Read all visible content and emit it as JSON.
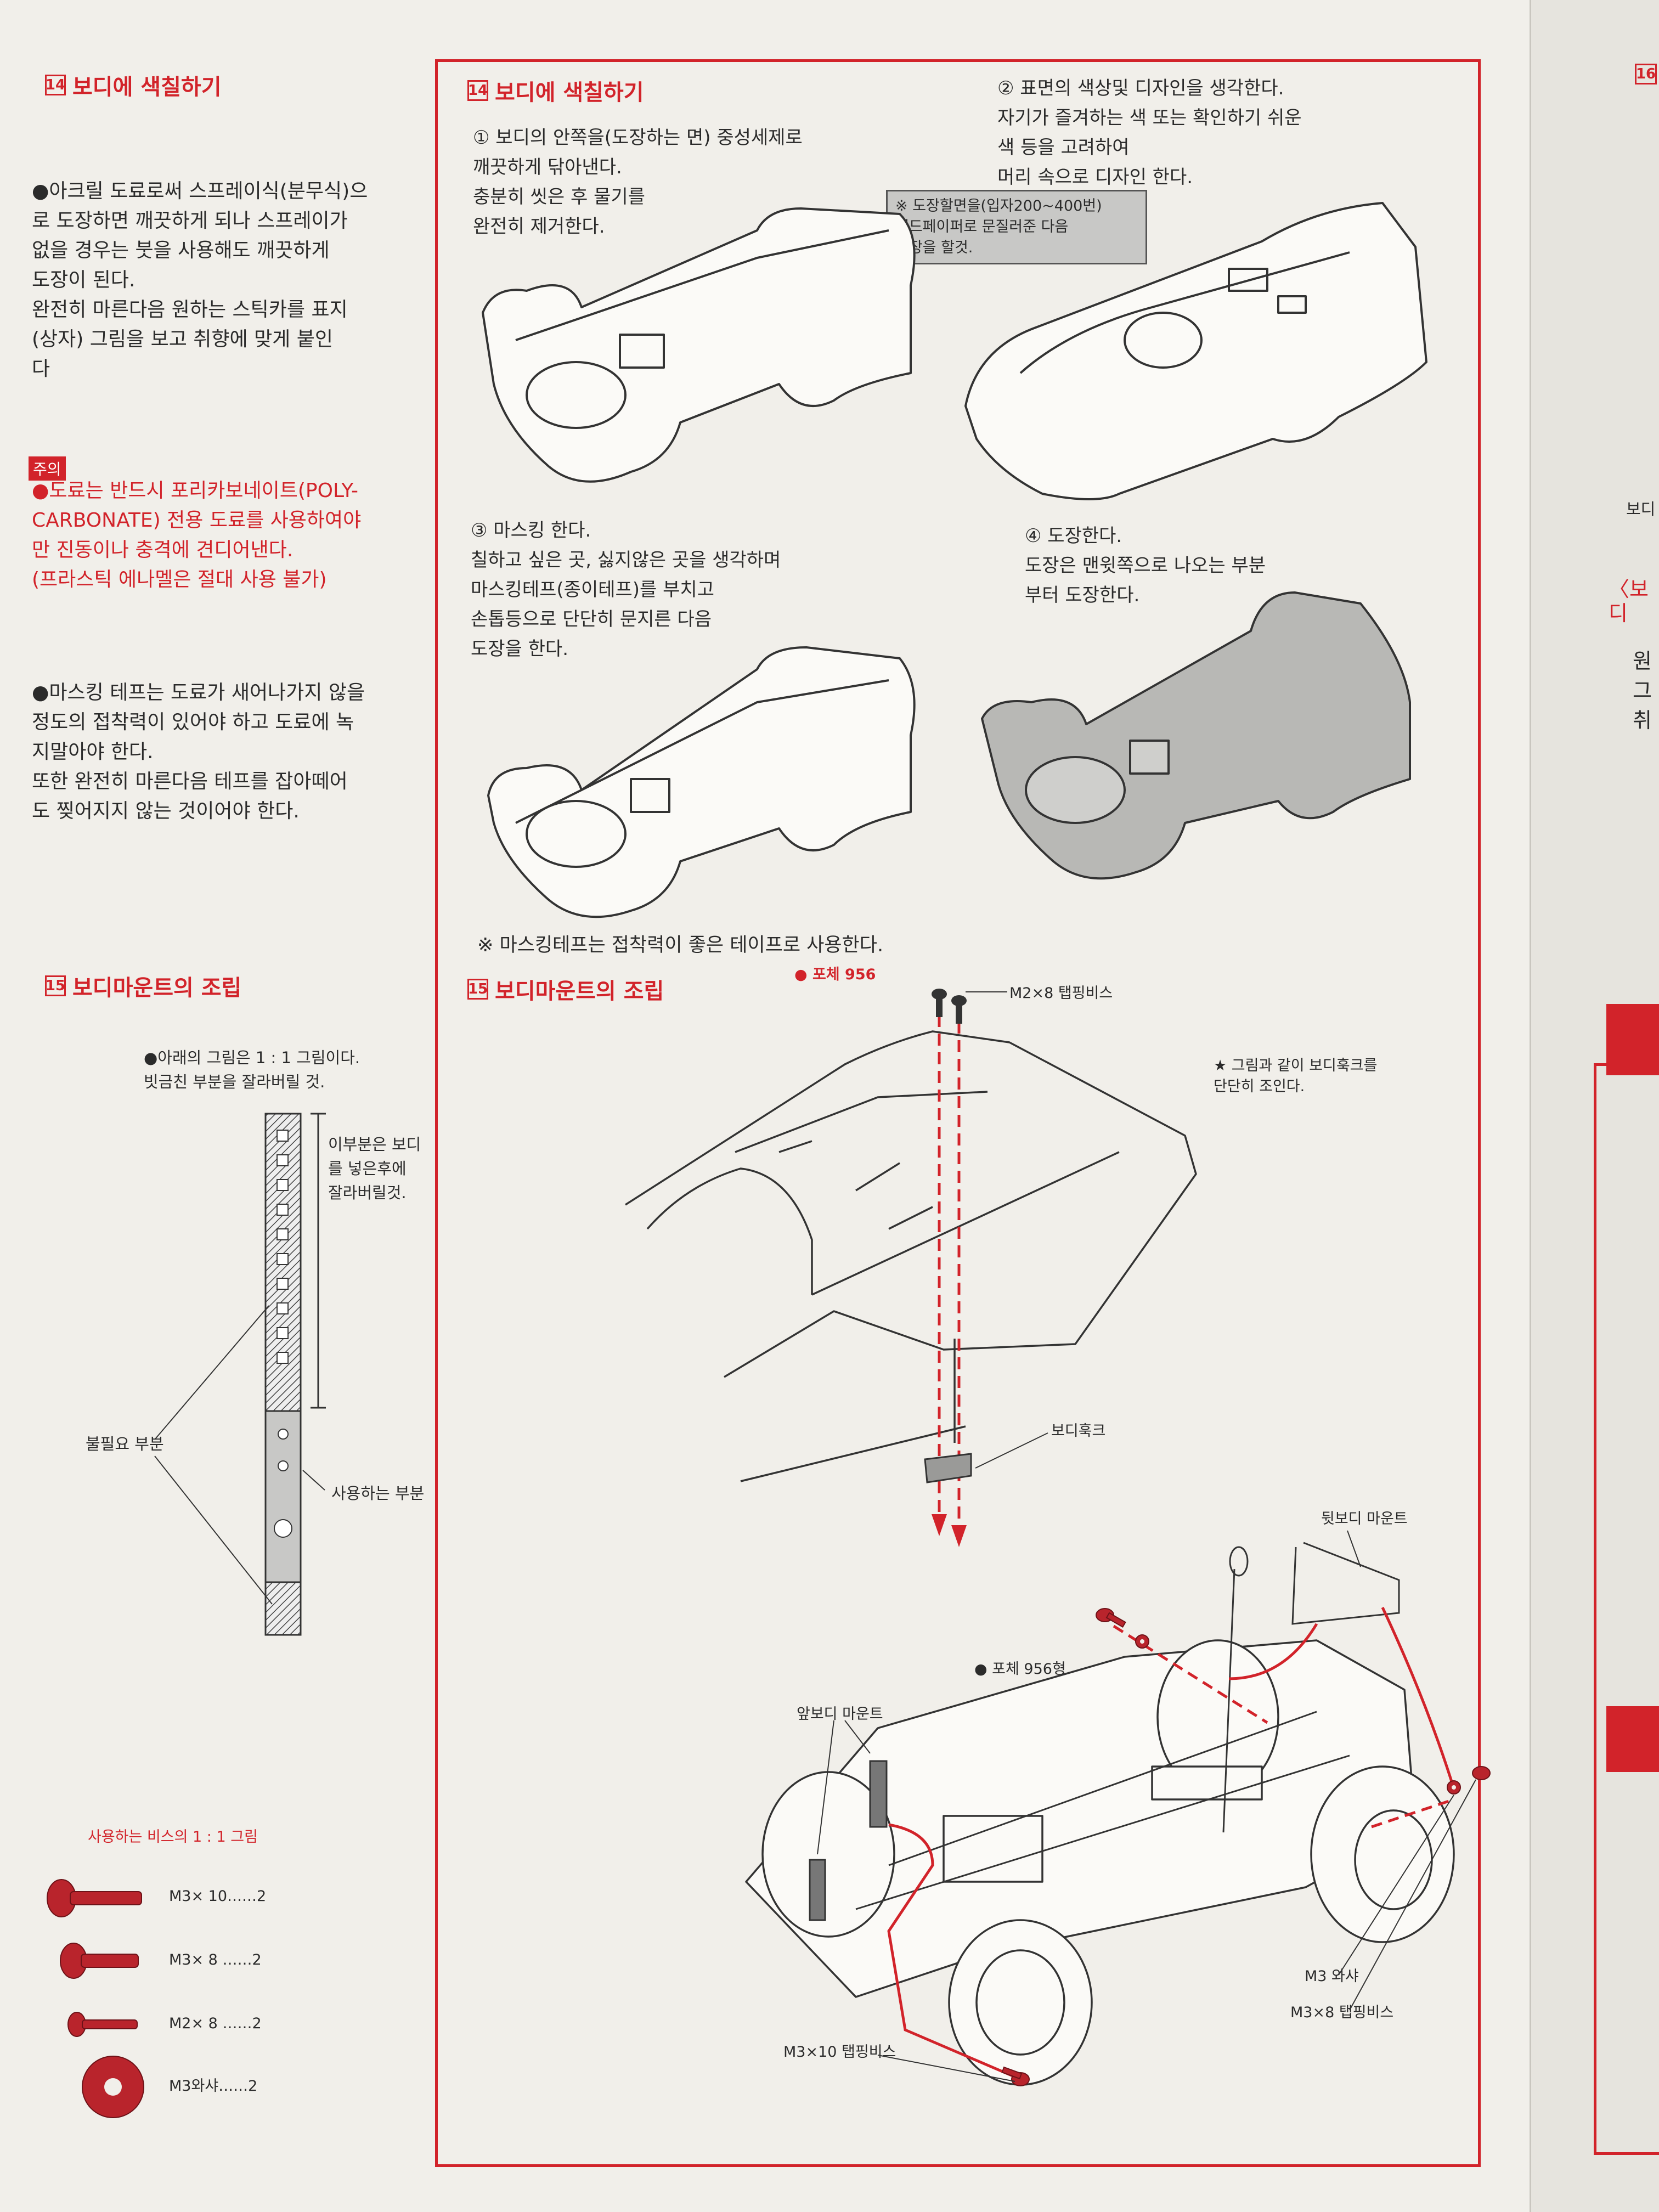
{
  "left_column": {
    "sec14": {
      "num": "14",
      "title": "보디에 색칠하기"
    },
    "bullet1": "●아크릴 도료로써 스프레이식(분무식)으\n로 도장하면 깨끗하게 되나 스프레이가\n없을 경우는 붓을 사용해도   깨끗하게\n도장이 된다.\n완전히 마른다음 원하는 스틱카를 표지\n(상자) 그림을 보고 취향에 맞게  붙인\n다",
    "caution_label": "주의",
    "caution_text": "●도료는 반드시 포리카보네이트(POLY-\nCARBONATE) 전용 도료를 사용하여야\n만 진동이나 충격에 견디어낸다.\n(프라스틱 에나멜은 절대 사용 불가)",
    "bullet2": "●마스킹 테프는 도료가 새어나가지 않을\n정도의 접착력이 있어야 하고 도료에 녹\n지말아야 한다.\n또한 완전히 마른다음 테프를 잡아떼어\n도 찢어지지 않는 것이어야 한다.",
    "sec15": {
      "num": "15",
      "title": "보디마운트의 조립"
    },
    "scale_note": "●아래의 그림은 1 : 1 그림이다.\n빗금친 부분을 잘라버릴 것.",
    "cut_note": "이부분은 보디\n를 넣은후에\n잘라버릴것.",
    "unneeded_label": "불필요 부분",
    "used_label": "사용하는 부분",
    "screws_title": "사용하는 비스의 1 : 1 그림",
    "screws": [
      {
        "label": "M3× 10……2"
      },
      {
        "label": "M3× 8 ……2"
      },
      {
        "label": "M2× 8 ……2"
      },
      {
        "label": "M3와샤……2"
      }
    ]
  },
  "main": {
    "sec14": {
      "num": "14",
      "title": "보디에 색칠하기"
    },
    "step1": "① 보디의 안쪽을(도장하는 면) 중성세제로\n   깨끗하게 닦아낸다.\n   충분히 씻은 후 물기를\n   완전히 제거한다.",
    "step2": "② 표면의 색상및 디자인을 생각한다.\n   자기가 즐겨하는 색 또는 확인하기 쉬운\n   색 등을 고려하여\n   머리 속으로 디자인 한다.",
    "note_box": "※ 도장할면을(입자200~400번)\n샌드페이퍼로 문질러준 다음\n도장을 할것.",
    "step3": "③ 마스킹 한다.\n   칠하고 싶은 곳, 싫지않은 곳을 생각하며\n   마스킹테프(종이테프)를 부치고\n   손톱등으로 단단히 문지른 다음\n   도장을 한다.",
    "step4": "④ 도장한다.\n   도장은 맨윗쪽으로 나오는 부분\n   부터 도장한다.",
    "masking_note": "※ 마스킹테프는 접착력이 좋은 테이프로 사용한다.",
    "sec15": {
      "num": "15",
      "title": "보디마운트의 조립"
    },
    "porsche1": "● 포체 956",
    "m2x8_label": "M2×8 탭핑비스",
    "star_note": "★ 그림과 같이 보디훅크를\n   단단히 조인다.",
    "body_hook": "보디훅크",
    "rear_mount": "뒷보디 마운트",
    "porsche2": "● 포체 956형",
    "front_mount": "앞보디 마운트",
    "m3_washer": "M3 와샤",
    "m3x8_label": "M3×8 탭핑비스",
    "m3x10_label": "M3×10 탭핑비스"
  },
  "right_page": {
    "number_fragment": "16",
    "text1": "보디",
    "text2": "〈보디",
    "text3": "원\n그\n취"
  },
  "colors": {
    "accent": "#d2232a",
    "paper": "#f1efea",
    "ink": "#2b2b2b",
    "shade": "#c8c8c6"
  }
}
